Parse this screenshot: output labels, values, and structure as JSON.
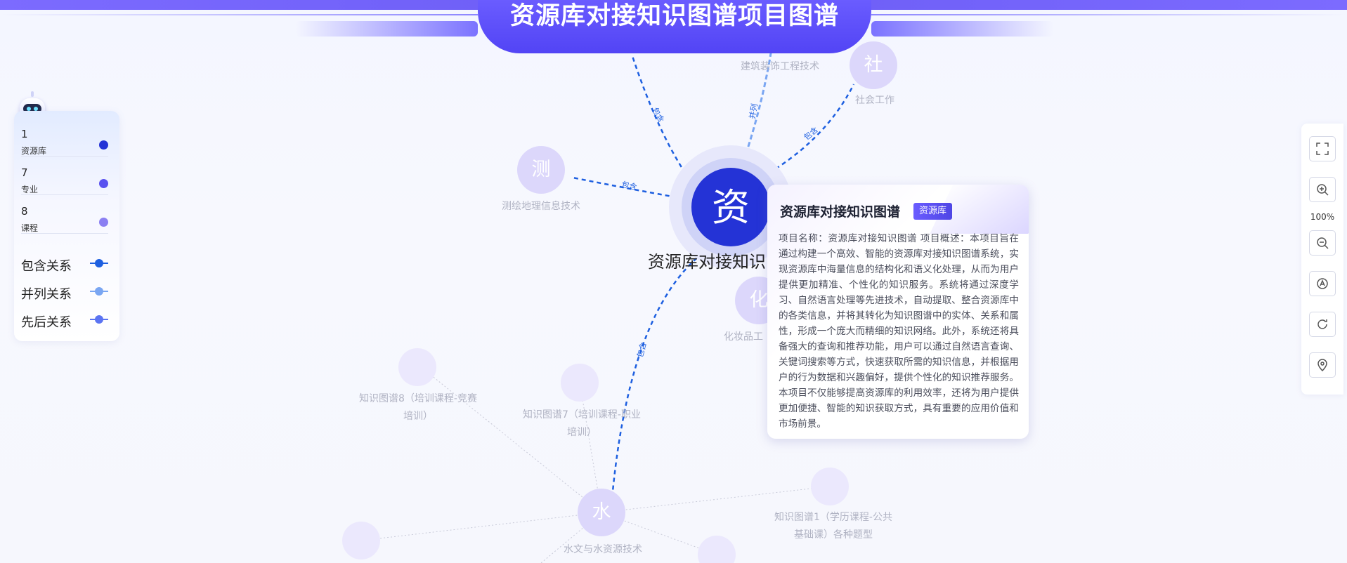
{
  "header": {
    "title": "资源库对接知识图谱项目图谱"
  },
  "legend": {
    "counts": [
      {
        "count": "1",
        "label": "资源库",
        "color": "#2433d6"
      },
      {
        "count": "7",
        "label": "专业",
        "color": "#5a52f0"
      },
      {
        "count": "8",
        "label": "课程",
        "color": "#8b7ff2"
      }
    ],
    "relations": [
      {
        "label": "包含关系",
        "color": "#1d5fe0"
      },
      {
        "label": "并列关系",
        "color": "#7aa6f2"
      },
      {
        "label": "先后关系",
        "color": "#5b74f2"
      }
    ]
  },
  "toolbar": {
    "zoom": "100%",
    "buttons": [
      "fullscreen-icon",
      "zoom-in-icon",
      "zoom-out-icon",
      "auto-layout-icon",
      "refresh-icon",
      "locate-icon"
    ]
  },
  "graph": {
    "center": {
      "char": "资",
      "label": "资源库对接知识"
    },
    "majors": [
      {
        "char": "测",
        "label": "测绘地理信息技术"
      },
      {
        "char": "社",
        "label": "社会工作"
      },
      {
        "char": "化",
        "label": "化妆品工"
      },
      {
        "char": "水",
        "label": "水文与水资源技术"
      },
      {
        "char": "",
        "label": "建筑装饰工程技术"
      }
    ],
    "courses": [
      {
        "label_line1": "知识图谱8（培训课程-竞赛",
        "label_line2": "培训）"
      },
      {
        "label_line1": "知识图谱7（培训课程-职业",
        "label_line2": "培训）"
      },
      {
        "label_line1": "知识图谱1（学历课程-公共",
        "label_line2": "基础课）各种题型"
      }
    ],
    "edge_labels": {
      "contain": "包含",
      "parallel": "并列"
    }
  },
  "card": {
    "title": "资源库对接知识图谱",
    "tag": "资源库",
    "body": "项目名称：资源库对接知识图谱 项目概述：本项目旨在通过构建一个高效、智能的资源库对接知识图谱系统，实现资源库中海量信息的结构化和语义化处理，从而为用户提供更加精准、个性化的知识服务。系统将通过深度学习、自然语言处理等先进技术，自动提取、整合资源库中的各类信息，并将其转化为知识图谱中的实体、关系和属性，形成一个庞大而精细的知识网络。此外，系统还将具备强大的查询和推荐功能，用户可以通过自然语言查询、关键词搜索等方式，快速获取所需的知识信息，并根据用户的行为数据和兴趣偏好，提供个性化的知识推荐服务。本项目不仅能够提高资源库的利用效率，还将为用户提供更加便捷、智能的知识获取方式，具有重要的应用价值和市场前景。"
  }
}
